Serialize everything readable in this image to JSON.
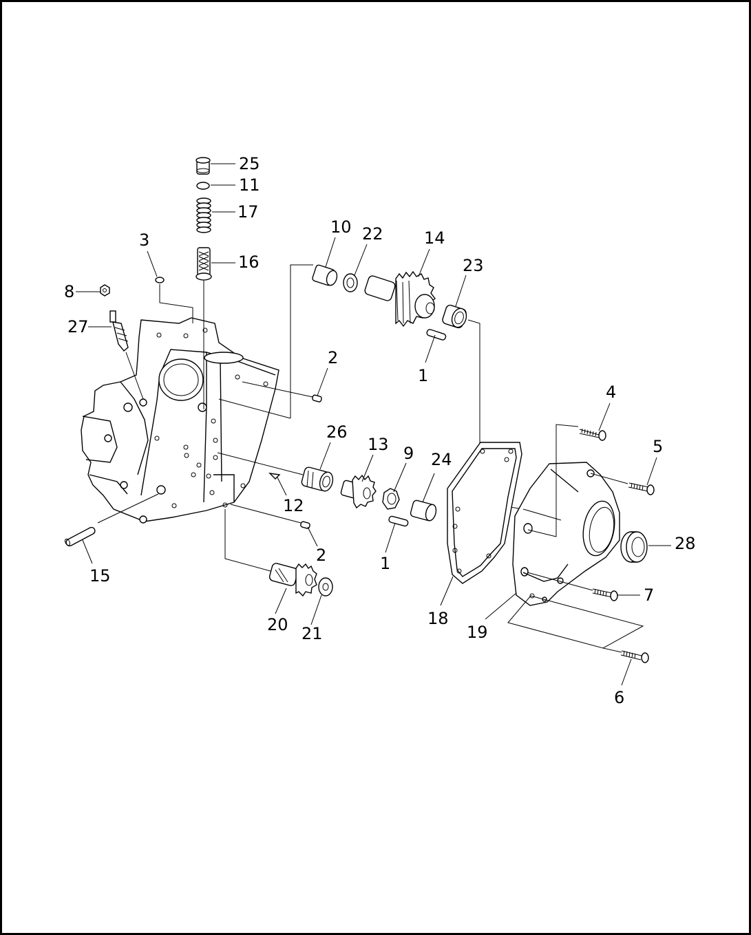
{
  "diagram": {
    "callouts": [
      {
        "id": "c25",
        "text": "25"
      },
      {
        "id": "c11",
        "text": "11"
      },
      {
        "id": "c17",
        "text": "17"
      },
      {
        "id": "c16",
        "text": "16"
      },
      {
        "id": "c3",
        "text": "3"
      },
      {
        "id": "c8",
        "text": "8"
      },
      {
        "id": "c27",
        "text": "27"
      },
      {
        "id": "c10",
        "text": "10"
      },
      {
        "id": "c22",
        "text": "22"
      },
      {
        "id": "c14",
        "text": "14"
      },
      {
        "id": "c23",
        "text": "23"
      },
      {
        "id": "c1a",
        "text": "1"
      },
      {
        "id": "c2a",
        "text": "2"
      },
      {
        "id": "c26",
        "text": "26"
      },
      {
        "id": "c13",
        "text": "13"
      },
      {
        "id": "c9",
        "text": "9"
      },
      {
        "id": "c24",
        "text": "24"
      },
      {
        "id": "c12",
        "text": "12"
      },
      {
        "id": "c2b",
        "text": "2"
      },
      {
        "id": "c1b",
        "text": "1"
      },
      {
        "id": "c15",
        "text": "15"
      },
      {
        "id": "c20",
        "text": "20"
      },
      {
        "id": "c21",
        "text": "21"
      },
      {
        "id": "c18",
        "text": "18"
      },
      {
        "id": "c19",
        "text": "19"
      },
      {
        "id": "c4",
        "text": "4"
      },
      {
        "id": "c5",
        "text": "5"
      },
      {
        "id": "c28",
        "text": "28"
      },
      {
        "id": "c7",
        "text": "7"
      },
      {
        "id": "c6",
        "text": "6"
      }
    ]
  }
}
